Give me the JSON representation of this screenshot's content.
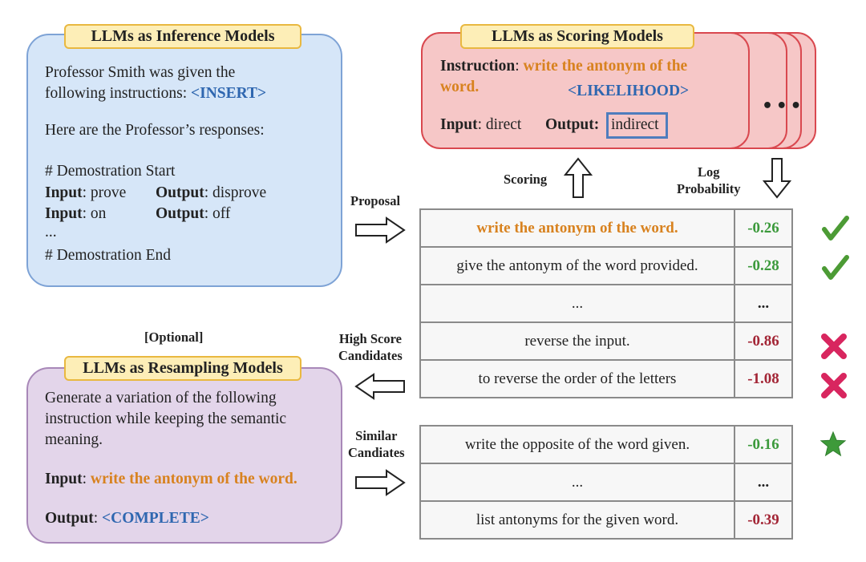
{
  "inference": {
    "tag": "LLMs as Inference Models",
    "line1": "Professor Smith was given the",
    "line2_prefix": "following instructions: ",
    "line2_insert": "<INSERT>",
    "line3": "Here are the Professor’s responses:",
    "demo_start": "# Demostration Start",
    "ex1_input_label": "Input",
    "ex1_input_value": ": prove",
    "ex1_output_label": "Output",
    "ex1_output_value": ": disprove",
    "ex2_input_label": "Input",
    "ex2_input_value": ": on",
    "ex2_output_label": "Output",
    "ex2_output_value": ": off",
    "ellipsis": "...",
    "demo_end": "# Demostration End"
  },
  "scoring": {
    "tag": "LLMs as Scoring Models",
    "instruction_label": "Instruction",
    "colon": ": ",
    "instruction_text1": "write the antonym of the",
    "instruction_text2": "word.",
    "likelihood": "<LIKELIHOOD>",
    "input_label": "Input",
    "input_value": ": direct",
    "output_label": "Output",
    "output_colon": ":",
    "output_value": "indirect",
    "more": "• • •"
  },
  "resampling": {
    "optional": "[Optional]",
    "tag": "LLMs as Resampling Models",
    "line1": "Generate a variation of the following",
    "line2": "instruction while keeping the semantic",
    "line3": "meaning.",
    "input_label": "Input",
    "colon": ": ",
    "input_value": "write the antonym of the word.",
    "output_label": "Output",
    "complete": "<COMPLETE>"
  },
  "labels": {
    "scoring": "Scoring",
    "log_prob_1": "Log",
    "log_prob_2": "Probability",
    "proposal": "Proposal",
    "high_score_1": "High Score",
    "high_score_2": "Candidates",
    "similar_1": "Similar",
    "similar_2": "Candiates"
  },
  "candidates_top": [
    {
      "instruction": "write the antonym of the word.",
      "score": "-0.26",
      "highlight": true,
      "mark": "check"
    },
    {
      "instruction": "give the antonym of the word provided.",
      "score": "-0.28",
      "highlight": false,
      "mark": "check"
    },
    {
      "instruction": "...",
      "score": "...",
      "highlight": false,
      "mark": ""
    },
    {
      "instruction": "reverse the input.",
      "score": "-0.86",
      "highlight": false,
      "mark": "cross"
    },
    {
      "instruction": "to reverse the order of the letters",
      "score": "-1.08",
      "highlight": false,
      "mark": "cross"
    }
  ],
  "candidates_bottom": [
    {
      "instruction": "write the opposite of the word given.",
      "score": "-0.16",
      "highlight": false,
      "mark": "star"
    },
    {
      "instruction": "...",
      "score": "...",
      "highlight": false,
      "mark": ""
    },
    {
      "instruction": "list antonyms for the given word.",
      "score": "-0.39",
      "highlight": false,
      "mark": ""
    }
  ],
  "colors": {
    "inference_bg": "#d6e6f8",
    "inference_border": "#7ea3d6",
    "scoring_bg": "#f6c7c7",
    "scoring_border": "#d9484f",
    "resampling_bg": "#e3d5ea",
    "resampling_border": "#a888b8",
    "positive": "#3c9a3c",
    "negative": "#a32636",
    "orange": "#d8821f",
    "blue": "#2f67b0"
  }
}
